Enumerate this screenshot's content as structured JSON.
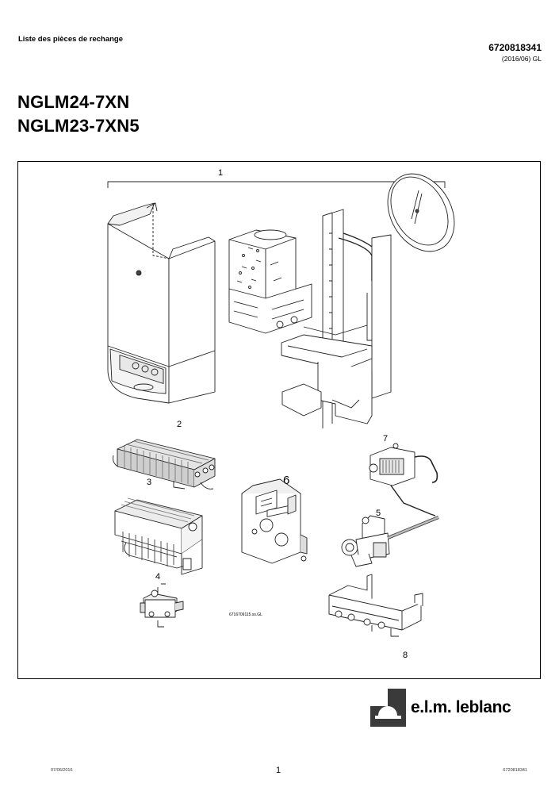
{
  "header": {
    "doc_type": "Liste des pièces de rechange",
    "doc_number": "6720818341",
    "doc_date": "(2016/06) GL"
  },
  "models": [
    "NGLM24-7XN",
    "NGLM23-7XN5"
  ],
  "diagram": {
    "callouts": [
      "1",
      "2",
      "3",
      "4",
      "5",
      "6",
      "7",
      "8"
    ],
    "figure_ref": "6716709115.ss.GL",
    "colors": {
      "stroke": "#222222",
      "shade": "#bbbbbb",
      "light": "#eeeeee"
    }
  },
  "brand": {
    "name": "e.l.m. leblanc"
  },
  "footer": {
    "date": "07/06/2016",
    "page": "1",
    "ref": "6720818341"
  }
}
